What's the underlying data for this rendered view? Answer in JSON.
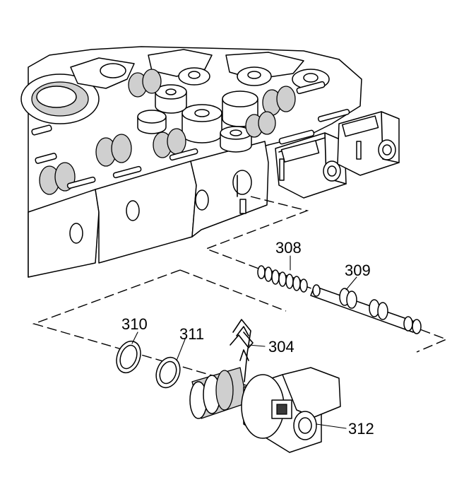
{
  "callouts": {
    "c308": "308",
    "c309": "309",
    "c310": "310",
    "c311": "311",
    "c304": "304",
    "c312": "312"
  },
  "colors": {
    "line": "#000000",
    "background": "#ffffff",
    "shade": "#cfcfcf"
  }
}
